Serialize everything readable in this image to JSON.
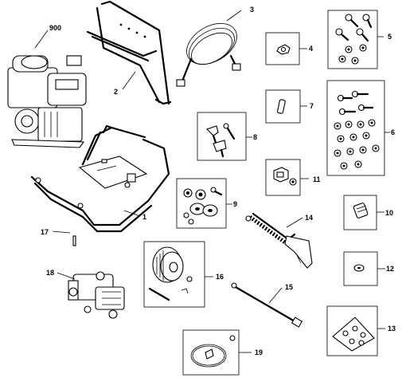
{
  "callouts": {
    "c900": "900",
    "c1": "1",
    "c2": "2",
    "c3": "3",
    "c4": "4",
    "c5": "5",
    "c6": "6",
    "c7": "7",
    "c8": "8",
    "c9": "9",
    "c10": "10",
    "c11": "11",
    "c12": "12",
    "c13": "13",
    "c14": "14",
    "c15": "15",
    "c16": "16",
    "c17": "17",
    "c18": "18",
    "c19": "19"
  },
  "icons": {
    "engine": "engine-icon",
    "frame": "frame-icon",
    "handle": "handle-icon",
    "hose": "hose-icon",
    "pump": "pump-icon",
    "spray_gun": "spray-gun-icon",
    "lance": "lance-icon",
    "wheel_kit": "wheel-kit-icon",
    "nozzle_kit": "nozzle-kit-icon"
  }
}
